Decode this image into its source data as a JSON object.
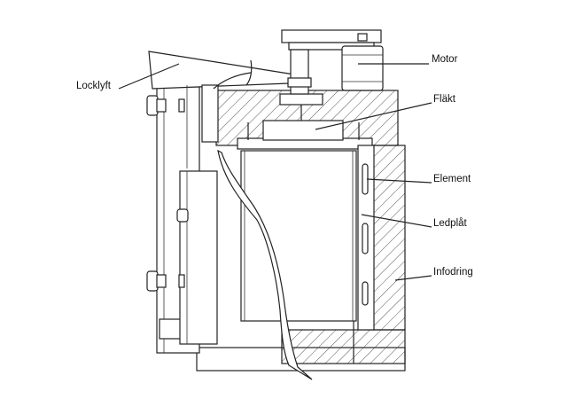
{
  "labels": {
    "locklyft": "Locklyft",
    "motor": "Motor",
    "flakt": "Fläkt",
    "element": "Element",
    "ledplat": "Ledplåt",
    "infodring": "Infodring"
  }
}
